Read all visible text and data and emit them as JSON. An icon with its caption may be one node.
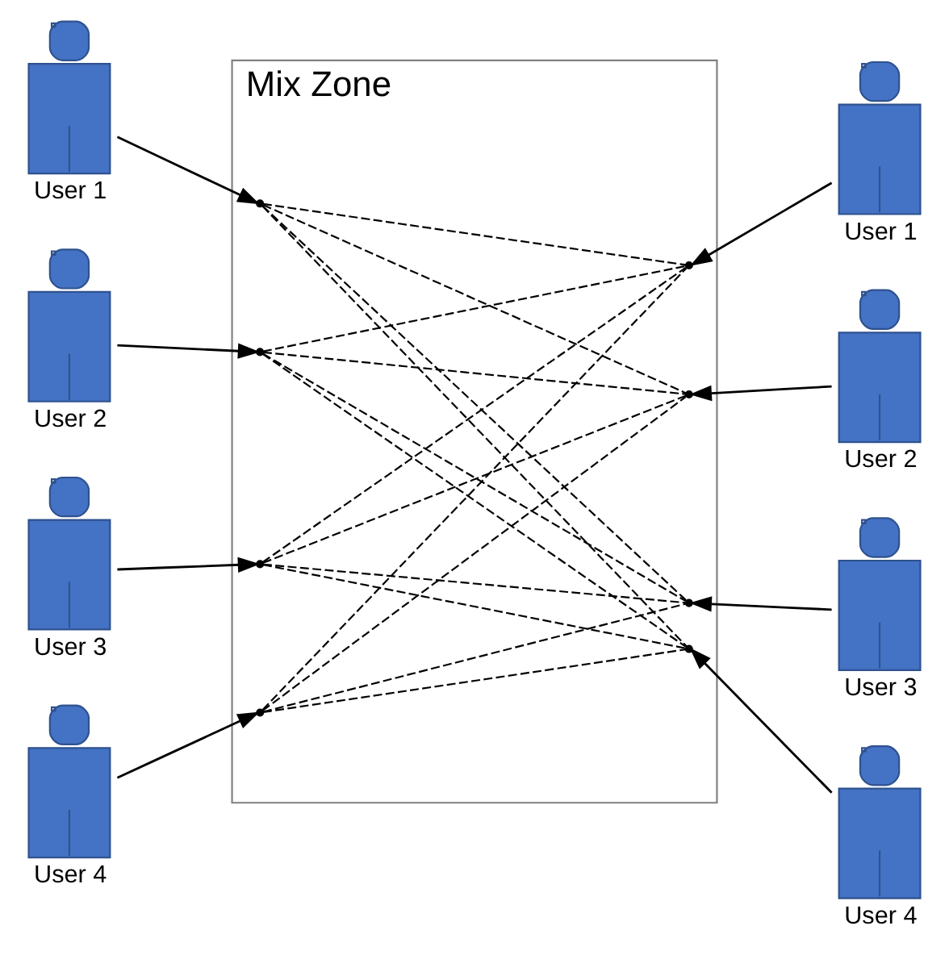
{
  "diagram": {
    "nodes": [
      {
        "text": [
          "Mix Zone"
        ]
      },
      {
        "text": [],
        "shape": "point",
        "in": 0
      },
      {
        "text": [],
        "shape": "point",
        "in": 0
      },
      {
        "text": [],
        "shape": "point",
        "in": 0
      },
      {
        "text": [],
        "shape": "point",
        "in": 0
      },
      {
        "text": [],
        "shape": "point",
        "in": 0
      },
      {
        "text": [],
        "shape": "point",
        "in": 0
      },
      {
        "text": [],
        "shape": "point",
        "in": 0
      },
      {
        "text": [],
        "shape": "point",
        "in": 0
      },
      {
        "text": [
          "User 1"
        ]
      },
      {
        "text": [
          "User 2"
        ]
      },
      {
        "text": [
          "User 3"
        ]
      },
      {
        "text": [
          "User 4"
        ]
      },
      {
        "text": [
          "User 1"
        ]
      },
      {
        "text": [
          "User 2"
        ]
      },
      {
        "text": [
          "User 3"
        ]
      },
      {
        "text": [
          "User 4"
        ]
      }
    ],
    "edges": [
      {
        "from": 9,
        "to": 1,
        "arrow": "to"
      },
      {
        "from": 10,
        "to": 2,
        "arrow": "to"
      },
      {
        "from": 11,
        "to": 3,
        "arrow": "to"
      },
      {
        "from": 12,
        "to": 4,
        "arrow": "to"
      },
      {
        "from": 13,
        "to": 5,
        "arrow": "to"
      },
      {
        "from": 14,
        "to": 6,
        "arrow": "to"
      },
      {
        "from": 15,
        "to": 7,
        "arrow": "to"
      },
      {
        "from": 16,
        "to": 8,
        "arrow": "to"
      },
      {
        "from": 1,
        "to": 5,
        "arrow": "none",
        "style": "dashed"
      },
      {
        "from": 1,
        "to": 6,
        "arrow": "none",
        "style": "dashed"
      },
      {
        "from": 1,
        "to": 7,
        "arrow": "none",
        "style": "dashed"
      },
      {
        "from": 1,
        "to": 8,
        "arrow": "none",
        "style": "dashed"
      },
      {
        "from": 2,
        "to": 5,
        "arrow": "none",
        "style": "dashed"
      },
      {
        "from": 2,
        "to": 6,
        "arrow": "none",
        "style": "dashed"
      },
      {
        "from": 2,
        "to": 7,
        "arrow": "none",
        "style": "dashed"
      },
      {
        "from": 2,
        "to": 8,
        "arrow": "none",
        "style": "dashed"
      },
      {
        "from": 3,
        "to": 5,
        "arrow": "none",
        "style": "dashed"
      },
      {
        "from": 3,
        "to": 6,
        "arrow": "none",
        "style": "dashed"
      },
      {
        "from": 3,
        "to": 7,
        "arrow": "none",
        "style": "dashed"
      },
      {
        "from": 3,
        "to": 8,
        "arrow": "none",
        "style": "dashed"
      },
      {
        "from": 4,
        "to": 5,
        "arrow": "none",
        "style": "dashed"
      },
      {
        "from": 4,
        "to": 6,
        "arrow": "none",
        "style": "dashed"
      },
      {
        "from": 4,
        "to": 7,
        "arrow": "none",
        "style": "dashed"
      },
      {
        "from": 4,
        "to": 8,
        "arrow": "none",
        "style": "dashed"
      }
    ]
  }
}
